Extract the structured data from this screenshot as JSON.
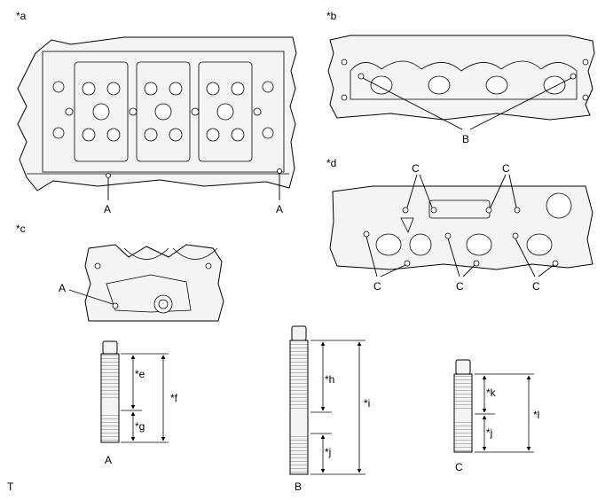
{
  "views": {
    "a": {
      "label": "*a",
      "callouts": [
        "A",
        "A"
      ]
    },
    "b": {
      "label": "*b",
      "callouts": [
        "B"
      ]
    },
    "c": {
      "label": "*c",
      "callouts": [
        "A"
      ]
    },
    "d": {
      "label": "*d",
      "callouts": [
        "C",
        "C",
        "C",
        "C",
        "C"
      ]
    }
  },
  "studs": [
    {
      "name": "A",
      "dims": [
        "*e",
        "*g",
        "*f"
      ]
    },
    {
      "name": "B",
      "dims": [
        "*h",
        "*j",
        "*i"
      ]
    },
    {
      "name": "C",
      "dims": [
        "*k",
        "*j",
        "*l"
      ]
    }
  ],
  "corner_mark": "T"
}
